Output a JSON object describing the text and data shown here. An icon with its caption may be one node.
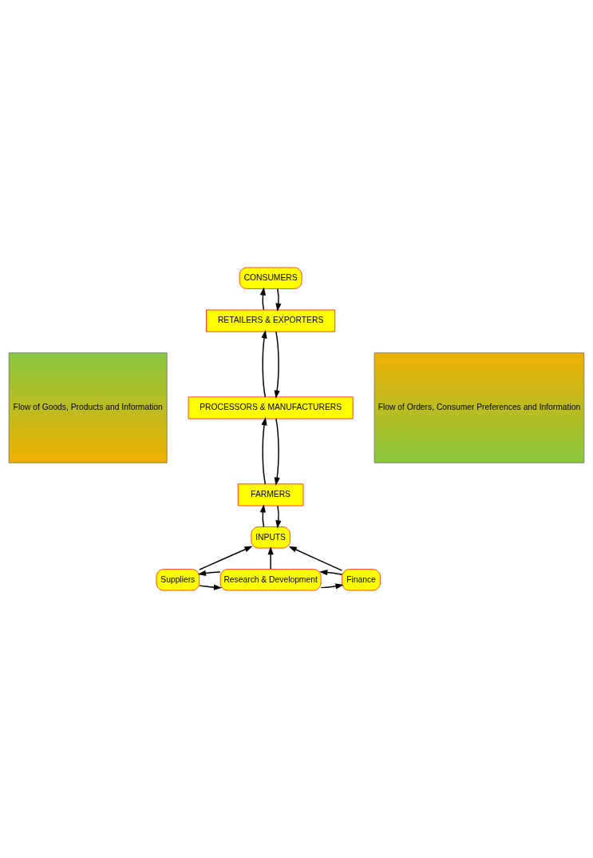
{
  "diagram": {
    "nodes": [
      {
        "text": [
          "CONSUMERS"
        ]
      },
      {
        "text": [
          "Flow of Goods, Products and Information"
        ]
      },
      {
        "text": [
          "Flow of Orders, Consumer Preferences and Information"
        ]
      },
      {
        "text": [
          "RETAILERS & EXPORTERS"
        ]
      },
      {
        "text": [
          "PROCESSORS & MANUFACTURERS"
        ]
      },
      {
        "text": [
          "FARMERS"
        ]
      },
      {
        "text": [
          "INPUTS"
        ]
      },
      {
        "text": [
          "Suppliers"
        ]
      },
      {
        "text": [
          "Research & Development"
        ]
      },
      {
        "text": [
          "Finance"
        ]
      }
    ],
    "edges": [
      {
        "from": 6,
        "to": 5,
        "arrow": "to"
      },
      {
        "from": 5,
        "to": 4,
        "arrow": "to"
      },
      {
        "from": 4,
        "to": 3,
        "arrow": "to"
      },
      {
        "from": 3,
        "to": 0,
        "arrow": "to"
      },
      {
        "from": 0,
        "to": 3,
        "arrow": "to"
      },
      {
        "from": 3,
        "to": 4,
        "arrow": "to"
      },
      {
        "from": 4,
        "to": 5,
        "arrow": "to"
      },
      {
        "from": 5,
        "to": 6,
        "arrow": "to"
      },
      {
        "from": 7,
        "to": 6,
        "arrow": "to"
      },
      {
        "from": 8,
        "to": 6,
        "arrow": "to"
      },
      {
        "from": 9,
        "to": 6,
        "arrow": "to"
      },
      {
        "from": 8,
        "to": 7,
        "arrow": "to"
      },
      {
        "from": 7,
        "to": 8,
        "arrow": "to"
      },
      {
        "from": 9,
        "to": 8,
        "arrow": "to"
      },
      {
        "from": 8,
        "to": 9,
        "arrow": "to"
      }
    ]
  }
}
